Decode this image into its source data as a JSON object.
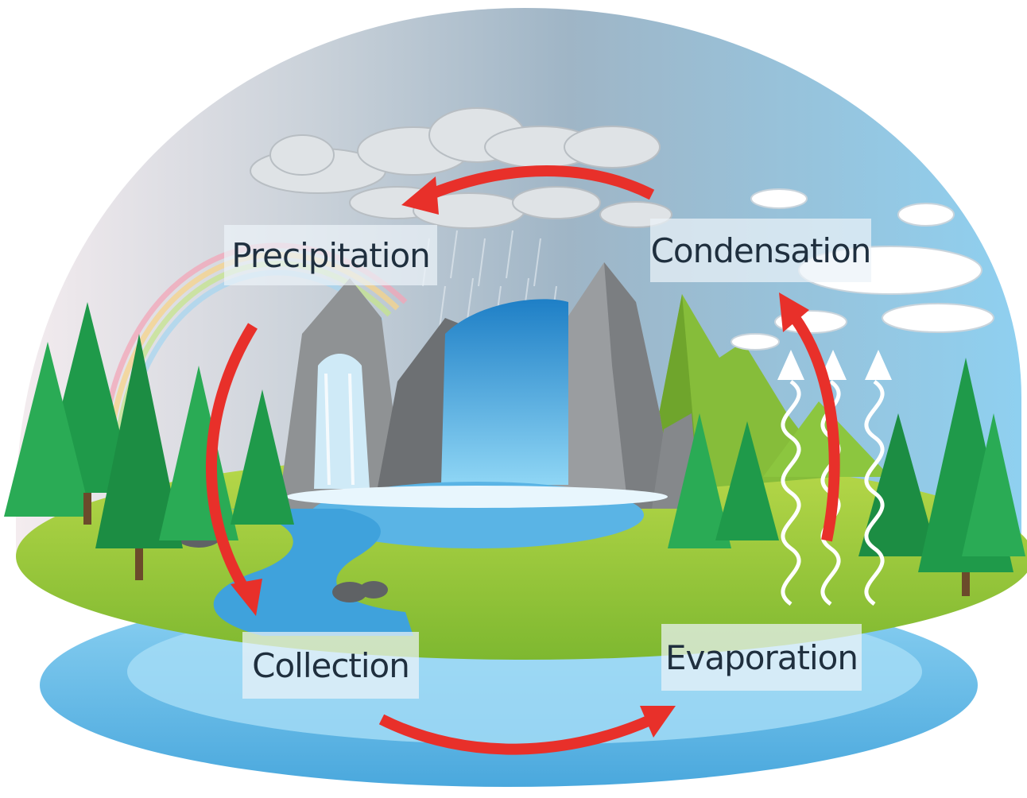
{
  "diagram": {
    "stages": {
      "precipitation": "Precipitation",
      "condensation": "Condensation",
      "collection": "Collection",
      "evaporation": "Evaporation"
    },
    "colors": {
      "arrow": "#e8302a",
      "sky": "#7fc3e8",
      "grass": "#8cc63f",
      "water": "#5ab4e5",
      "pine": "#1f9a4a",
      "rock": "#8f9294"
    }
  }
}
